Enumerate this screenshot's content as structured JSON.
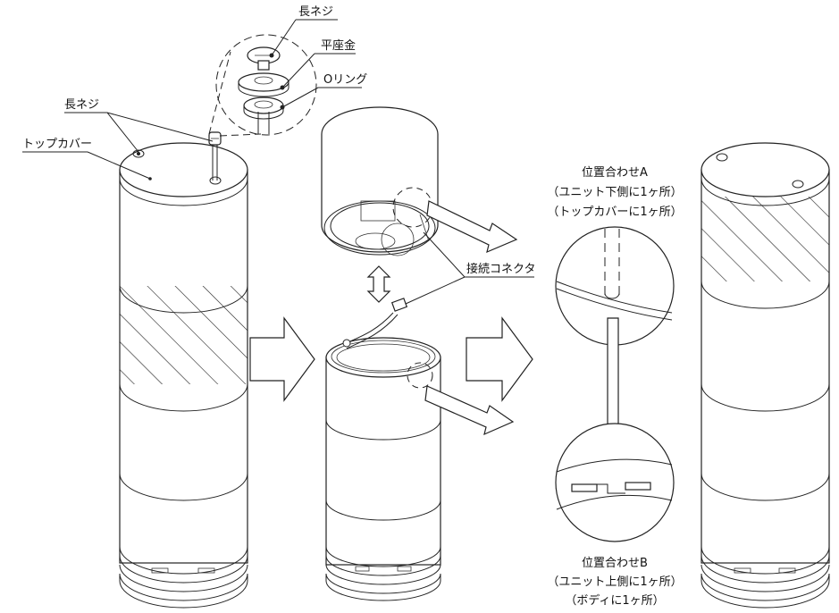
{
  "labels": {
    "long_screw_top": "長ネジ",
    "flat_washer": "平座金",
    "o_ring": "Oリング",
    "long_screw_left": "長ネジ",
    "top_cover": "トップカバー",
    "connector": "接続コネクタ",
    "align_a_title": "位置合わせA",
    "align_a_line1": "（ユニット下側に1ヶ所）",
    "align_a_line2": "（トップカバーに1ヶ所）",
    "align_b_title": "位置合わせB",
    "align_b_line1": "（ユニット上側に1ヶ所）",
    "align_b_line2": "（ボディに1ヶ所）"
  }
}
